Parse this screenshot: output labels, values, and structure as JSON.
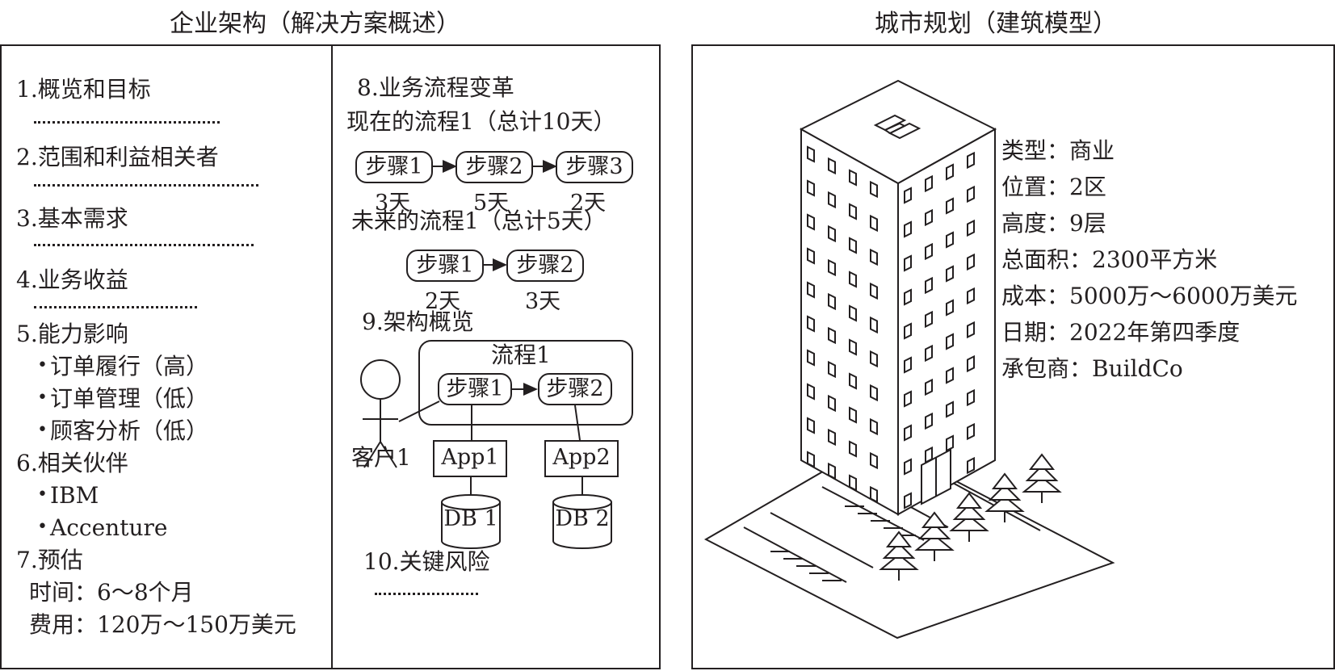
{
  "left_title": "企业架构（解决方案概述）",
  "right_title": "城市规划（建筑模型）",
  "sections": {
    "s1": "1.概览和目标",
    "s2": "2.范围和利益相关者",
    "s3": "3.基本需求",
    "s4": "4.业务收益",
    "s5": "5.能力影响",
    "s5_items": [
      "订单履行（高）",
      "订单管理（低）",
      "顾客分析（低）"
    ],
    "s6": "6.相关伙伴",
    "s6_items": [
      "IBM",
      "Accenture"
    ],
    "s7": "7.预估",
    "s7_time": "时间：6～8个月",
    "s7_cost": "费用：120万～150万美元",
    "s8": "8.业务流程变革",
    "current_flow": "现在的流程1（总计10天）",
    "current_steps": [
      "步骤1",
      "步骤2",
      "步骤3"
    ],
    "current_days": [
      "3天",
      "5天",
      "2天"
    ],
    "future_flow": "未来的流程1（总计5天）",
    "future_steps": [
      "步骤1",
      "步骤2"
    ],
    "future_days": [
      "2天",
      "3天"
    ],
    "s9": "9.架构概览",
    "process_label": "流程1",
    "arch_steps": [
      "步骤1",
      "步骤2"
    ],
    "customer": "客户1",
    "apps": [
      "App1",
      "App2"
    ],
    "dbs": [
      "DB 1",
      "DB 2"
    ],
    "s10": "10.关键风险"
  },
  "building": {
    "type": "类型：商业",
    "location": "位置：2区",
    "height": "高度：9层",
    "area": "总面积：2300平方米",
    "cost": "成本：5000万～6000万美元",
    "date": "日期：2022年第四季度",
    "contractor": "承包商：BuildCo"
  }
}
